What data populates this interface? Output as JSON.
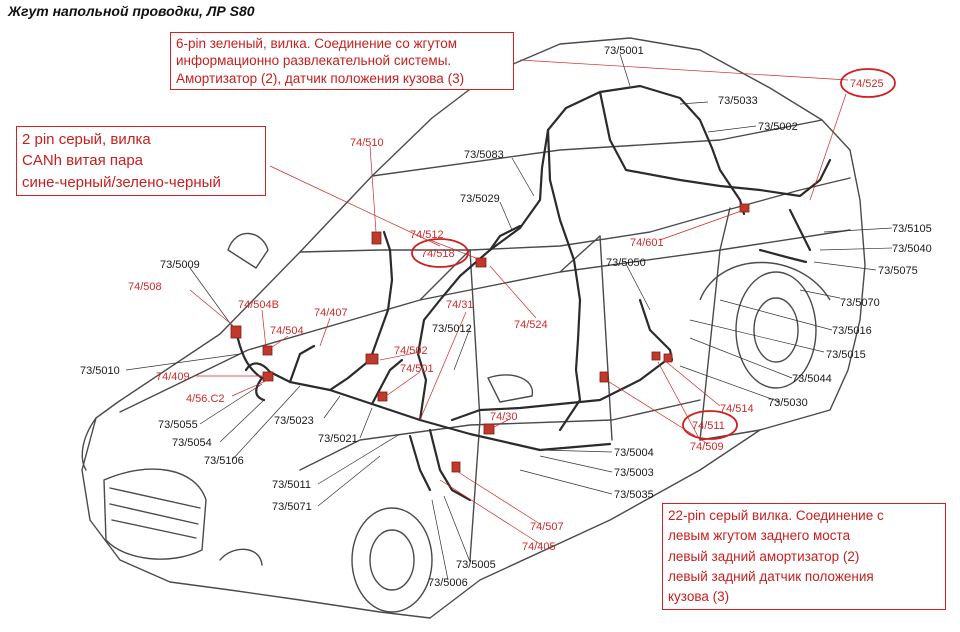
{
  "title": "Жгут напольной проводки, ЛР S80",
  "notes": {
    "n6pin": [
      "6-pin зеленый, вилка. Соединение со жгутом",
      "информационно развлекательной системы.",
      "Амортизатор (2), датчик положения кузова (3)"
    ],
    "n2pin": [
      "2 pin серый, вилка",
      "CANh витая пара",
      "сине-черный/зелено-черный"
    ],
    "n22pin": [
      "22-pin серый вилка. Соединение с",
      "левым жгутом заднего моста",
      "левый задний амортизатор (2)",
      "левый задний датчик положения",
      "кузова (3)"
    ]
  },
  "labels": {
    "black": [
      "73/5001",
      "73/5033",
      "73/5002",
      "73/5083",
      "73/5029",
      "73/5009",
      "73/5050",
      "73/5105",
      "73/5040",
      "73/5075",
      "73/5070",
      "73/5016",
      "73/5015",
      "73/5044",
      "73/5030",
      "73/5012",
      "73/5010",
      "73/5055",
      "73/5054",
      "73/5106",
      "73/5023",
      "73/5021",
      "73/5011",
      "73/5071",
      "73/5004",
      "73/5003",
      "73/5035",
      "73/5005",
      "73/5006"
    ],
    "red": [
      "74/525",
      "74/510",
      "74/512",
      "74/518",
      "74/601",
      "74/508",
      "74/504B",
      "74/504",
      "74/407",
      "74/31",
      "74/524",
      "74/502",
      "74/501",
      "74/409",
      "4/56.C2",
      "74/30",
      "74/514",
      "74/511",
      "74/509",
      "74/507",
      "74/405"
    ]
  },
  "colors": {
    "annotation": "#c81e1e",
    "label_black": "#1a1a1a",
    "label_red": "#cf2a2a",
    "connector": "#c0392b",
    "line": "#333333"
  }
}
